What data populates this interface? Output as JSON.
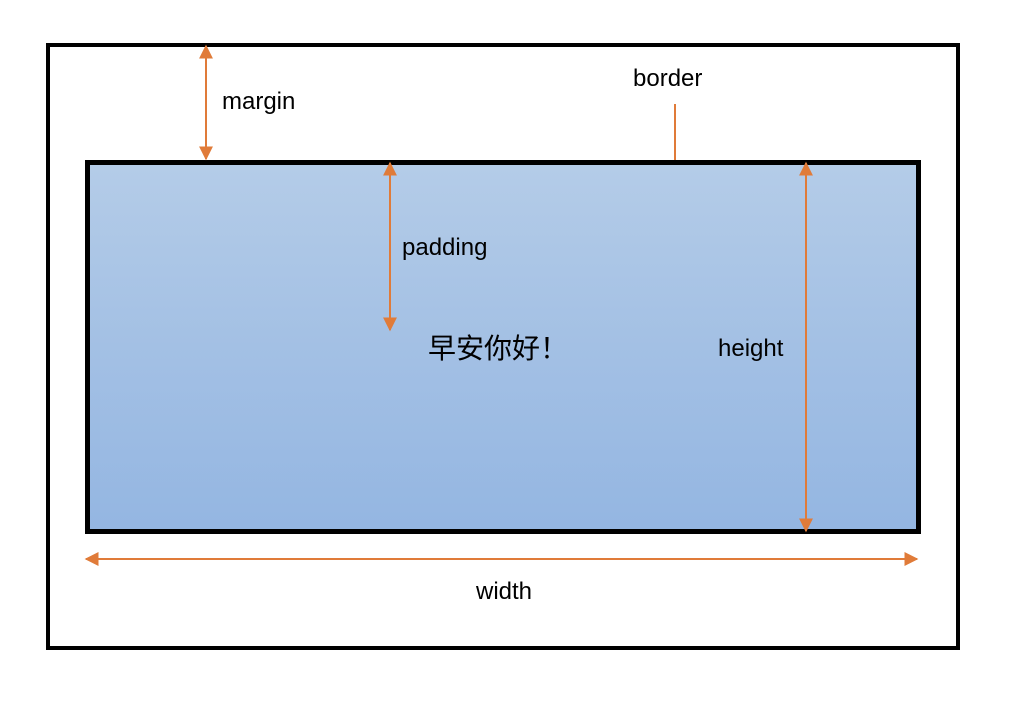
{
  "diagram": {
    "labels": {
      "margin": "margin",
      "border": "border",
      "padding": "padding",
      "height": "height",
      "width": "width"
    },
    "content_text": "早安你好！",
    "colors": {
      "arrow": "#e07b39",
      "border": "#000000",
      "content_fill_top": "#b4cce8",
      "content_fill_bottom": "#94b6e2"
    }
  }
}
